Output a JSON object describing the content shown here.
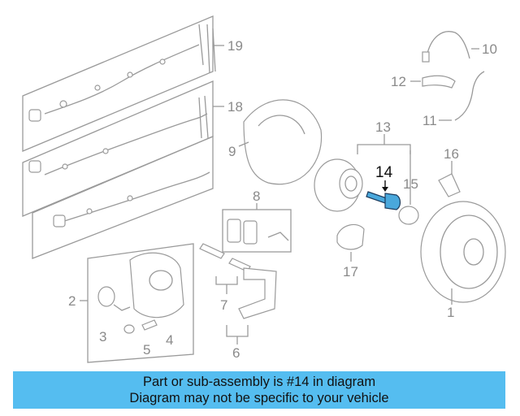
{
  "diagram": {
    "callouts": [
      {
        "id": "1",
        "label": "1"
      },
      {
        "id": "2",
        "label": "2"
      },
      {
        "id": "3",
        "label": "3"
      },
      {
        "id": "4",
        "label": "4"
      },
      {
        "id": "5",
        "label": "5"
      },
      {
        "id": "6",
        "label": "6"
      },
      {
        "id": "7",
        "label": "7"
      },
      {
        "id": "8",
        "label": "8"
      },
      {
        "id": "9",
        "label": "9"
      },
      {
        "id": "10",
        "label": "10"
      },
      {
        "id": "11",
        "label": "11"
      },
      {
        "id": "12",
        "label": "12"
      },
      {
        "id": "13",
        "label": "13"
      },
      {
        "id": "14",
        "label": "14"
      },
      {
        "id": "15",
        "label": "15"
      },
      {
        "id": "16",
        "label": "16"
      },
      {
        "id": "17",
        "label": "17"
      },
      {
        "id": "18",
        "label": "18"
      },
      {
        "id": "19",
        "label": "19"
      }
    ],
    "highlighted_part": "14",
    "colors": {
      "highlight": "#4aa8dc",
      "banner": "#55bdf0",
      "line": "#9a9a9a"
    }
  },
  "banner": {
    "line1": "Part or sub-assembly is #14 in diagram",
    "line2": "Diagram may not be specific to your vehicle"
  }
}
